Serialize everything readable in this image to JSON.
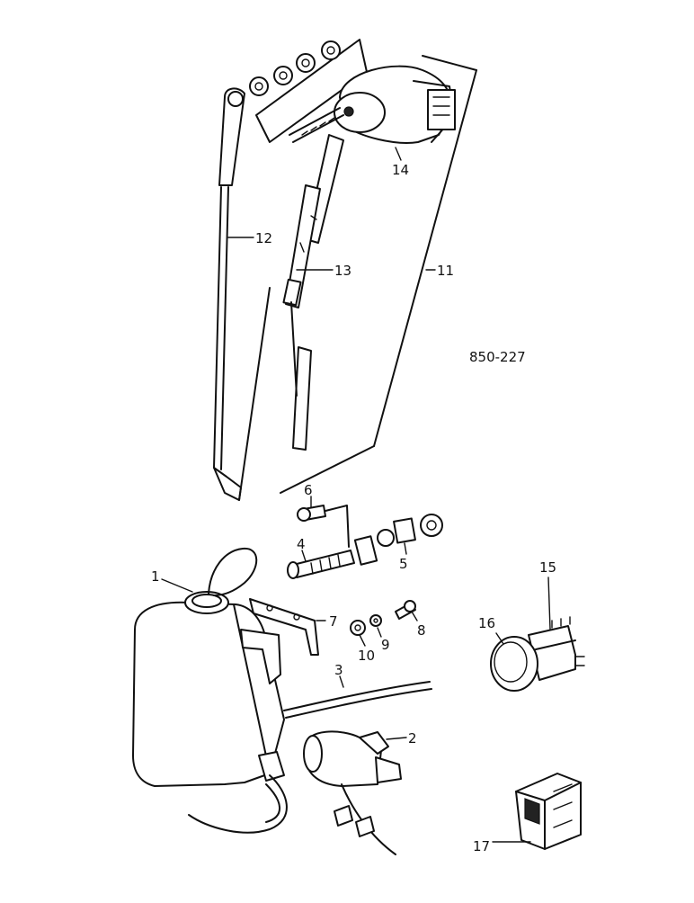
{
  "drawing": {
    "reference": "850-227",
    "callouts": [
      {
        "id": "c1",
        "label": "1"
      },
      {
        "id": "c2",
        "label": "2"
      },
      {
        "id": "c3",
        "label": "3"
      },
      {
        "id": "c4",
        "label": "4"
      },
      {
        "id": "c5",
        "label": "5"
      },
      {
        "id": "c6",
        "label": "6"
      },
      {
        "id": "c7",
        "label": "7"
      },
      {
        "id": "c8",
        "label": "8"
      },
      {
        "id": "c9",
        "label": "9"
      },
      {
        "id": "c10",
        "label": "10"
      },
      {
        "id": "c11",
        "label": "11"
      },
      {
        "id": "c12",
        "label": "12"
      },
      {
        "id": "c13",
        "label": "13"
      },
      {
        "id": "c14",
        "label": "14"
      },
      {
        "id": "c15",
        "label": "15"
      },
      {
        "id": "c16",
        "label": "16"
      },
      {
        "id": "c17",
        "label": "17"
      }
    ]
  }
}
